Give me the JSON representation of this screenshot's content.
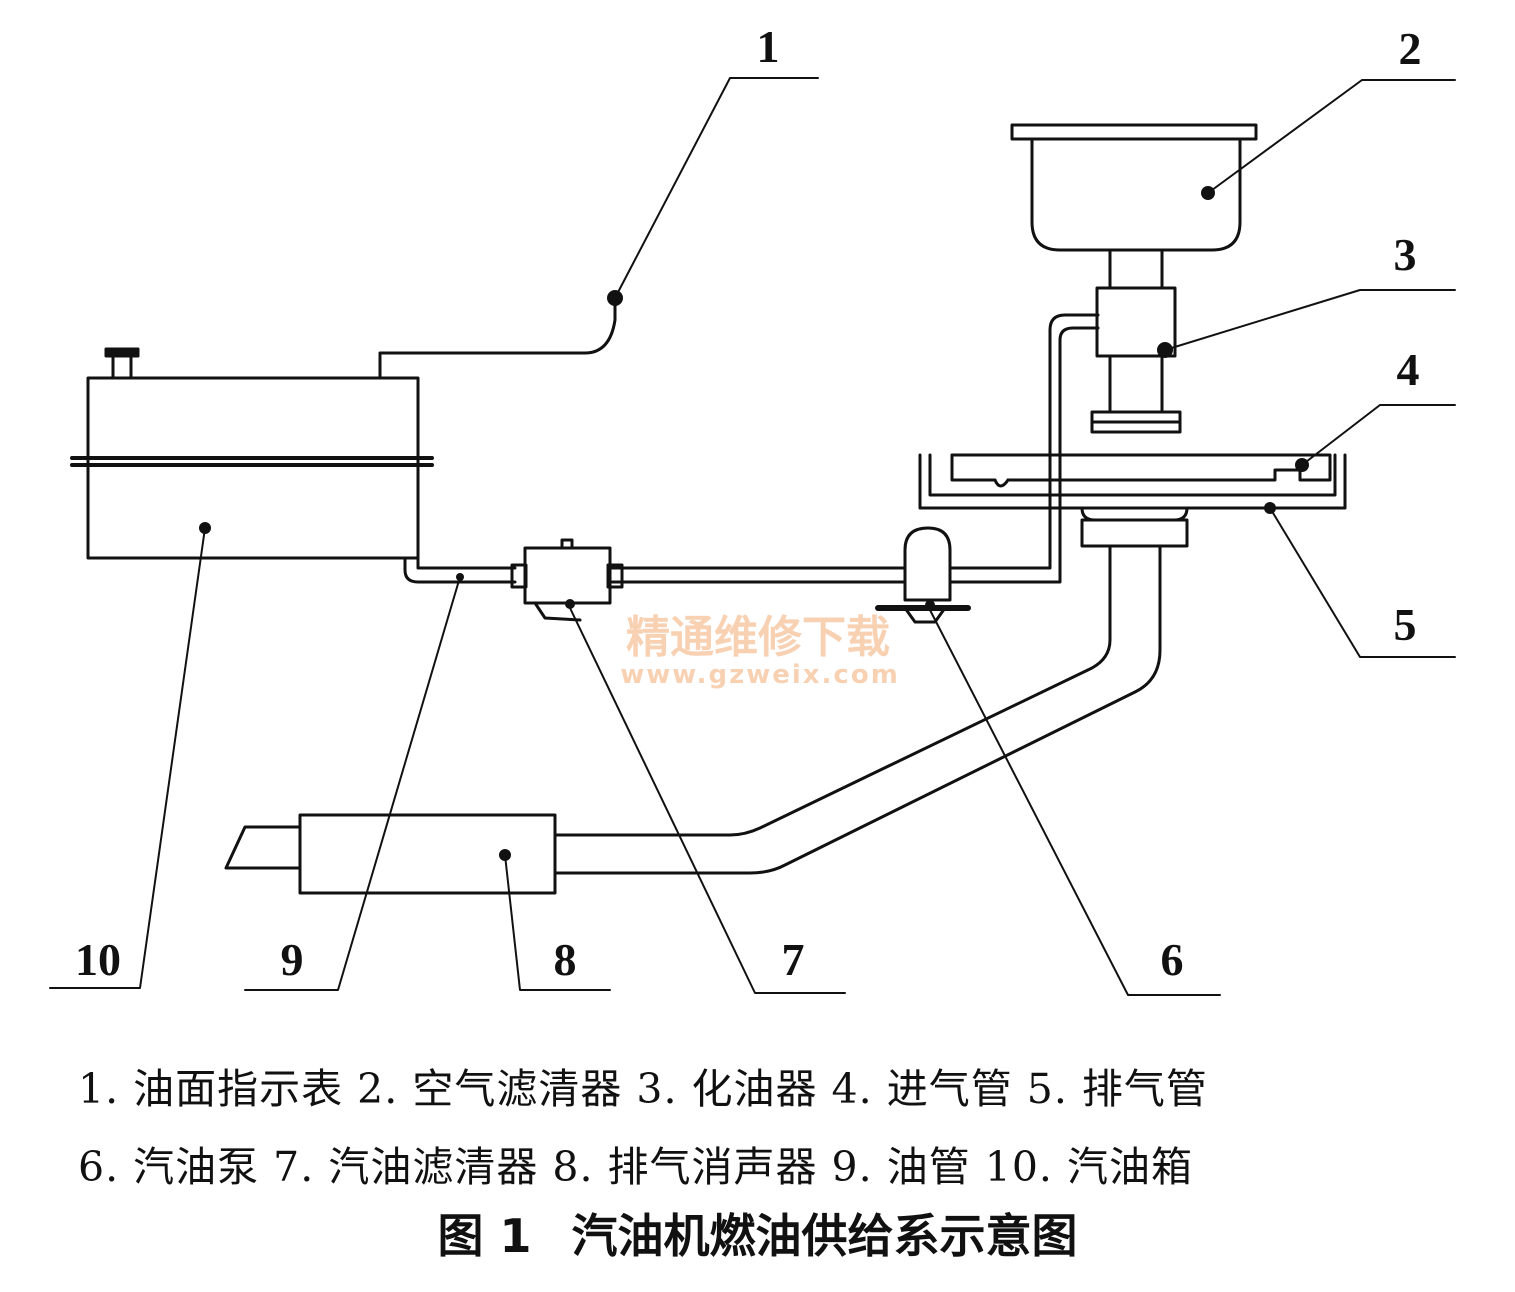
{
  "callouts": [
    "1",
    "2",
    "3",
    "4",
    "5",
    "6",
    "7",
    "8",
    "9",
    "10"
  ],
  "watermark": {
    "text": "精通维修下载",
    "url": "www.gzweix.com"
  },
  "legend": {
    "line1": "1. 油面指示表 2. 空气滤清器 3. 化油器 4. 进气管 5. 排气管",
    "line2": "6. 汽油泵 7. 汽油滤清器 8. 排气消声器 9. 油管 10. 汽油箱"
  },
  "caption": {
    "number": "图 1",
    "title": "汽油机燃油供给系示意图"
  },
  "colors": {
    "line": "#111111",
    "watermark": "#f7c9a6"
  }
}
